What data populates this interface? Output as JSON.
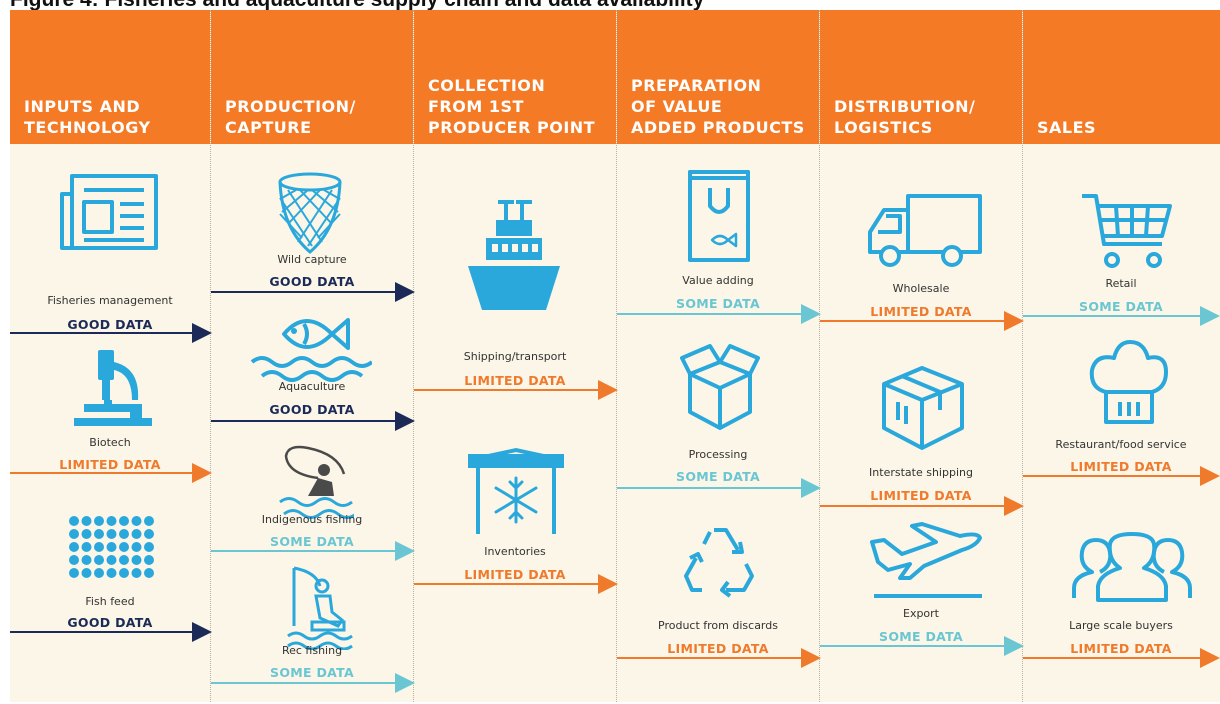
{
  "title": "Figure 4: Fisheries and aquaculture supply chain and data availability",
  "colors": {
    "header": "#f47a25",
    "background": "#fbf6e8",
    "icon": "#2aa8dc",
    "good": "#1b2a57",
    "limited": "#ef7a2c",
    "some": "#69c6d2"
  },
  "columns": [
    {
      "header": "INPUTS AND\nTECHNOLOGY"
    },
    {
      "header": "PRODUCTION/\nCAPTURE"
    },
    {
      "header": "COLLECTION\nFROM 1ST\nPRODUCER POINT"
    },
    {
      "header": "PREPARATION\nOF VALUE\nADDED PRODUCTS"
    },
    {
      "header": "DISTRIBUTION/\nLOGISTICS"
    },
    {
      "header": "SALES"
    }
  ],
  "items": [
    {
      "label": "Fisheries management",
      "data": "GOOD DATA",
      "quality": "good",
      "icon": "newspaper-icon"
    },
    {
      "label": "Biotech",
      "data": "LIMITED DATA",
      "quality": "limited",
      "icon": "microscope-icon"
    },
    {
      "label": "Fish feed",
      "data": "GOOD DATA",
      "quality": "good",
      "icon": "fish-feed-dots-icon"
    },
    {
      "label": "Wild capture",
      "data": "GOOD DATA",
      "quality": "good",
      "icon": "fishing-net-icon"
    },
    {
      "label": "Aquaculture",
      "data": "GOOD DATA",
      "quality": "good",
      "icon": "fish-waves-icon"
    },
    {
      "label": "Indigenous fishing",
      "data": "SOME DATA",
      "quality": "some",
      "icon": "indigenous-fisher-icon"
    },
    {
      "label": "Rec fishing",
      "data": "SOME DATA",
      "quality": "some",
      "icon": "rec-fisher-icon"
    },
    {
      "label": "Shipping/transport",
      "data": "LIMITED DATA",
      "quality": "limited",
      "icon": "ship-icon"
    },
    {
      "label": "Inventories",
      "data": "LIMITED DATA",
      "quality": "limited",
      "icon": "cold-storage-icon"
    },
    {
      "label": "Value adding",
      "data": "SOME DATA",
      "quality": "some",
      "icon": "shopping-bag-icon"
    },
    {
      "label": "Processing",
      "data": "SOME DATA",
      "quality": "some",
      "icon": "box-open-icon"
    },
    {
      "label": "Product from discards",
      "data": "LIMITED DATA",
      "quality": "limited",
      "icon": "recycle-icon"
    },
    {
      "label": "Wholesale",
      "data": "LIMITED DATA",
      "quality": "limited",
      "icon": "truck-icon"
    },
    {
      "label": "Interstate shipping",
      "data": "LIMITED DATA",
      "quality": "limited",
      "icon": "package-icon"
    },
    {
      "label": "Export",
      "data": "SOME DATA",
      "quality": "some",
      "icon": "airplane-icon"
    },
    {
      "label": "Retail",
      "data": "SOME DATA",
      "quality": "some",
      "icon": "shopping-cart-icon"
    },
    {
      "label": "Restaurant/food service",
      "data": "LIMITED DATA",
      "quality": "limited",
      "icon": "chef-hat-icon"
    },
    {
      "label": "Large scale buyers",
      "data": "LIMITED DATA",
      "quality": "limited",
      "icon": "people-group-icon"
    }
  ]
}
